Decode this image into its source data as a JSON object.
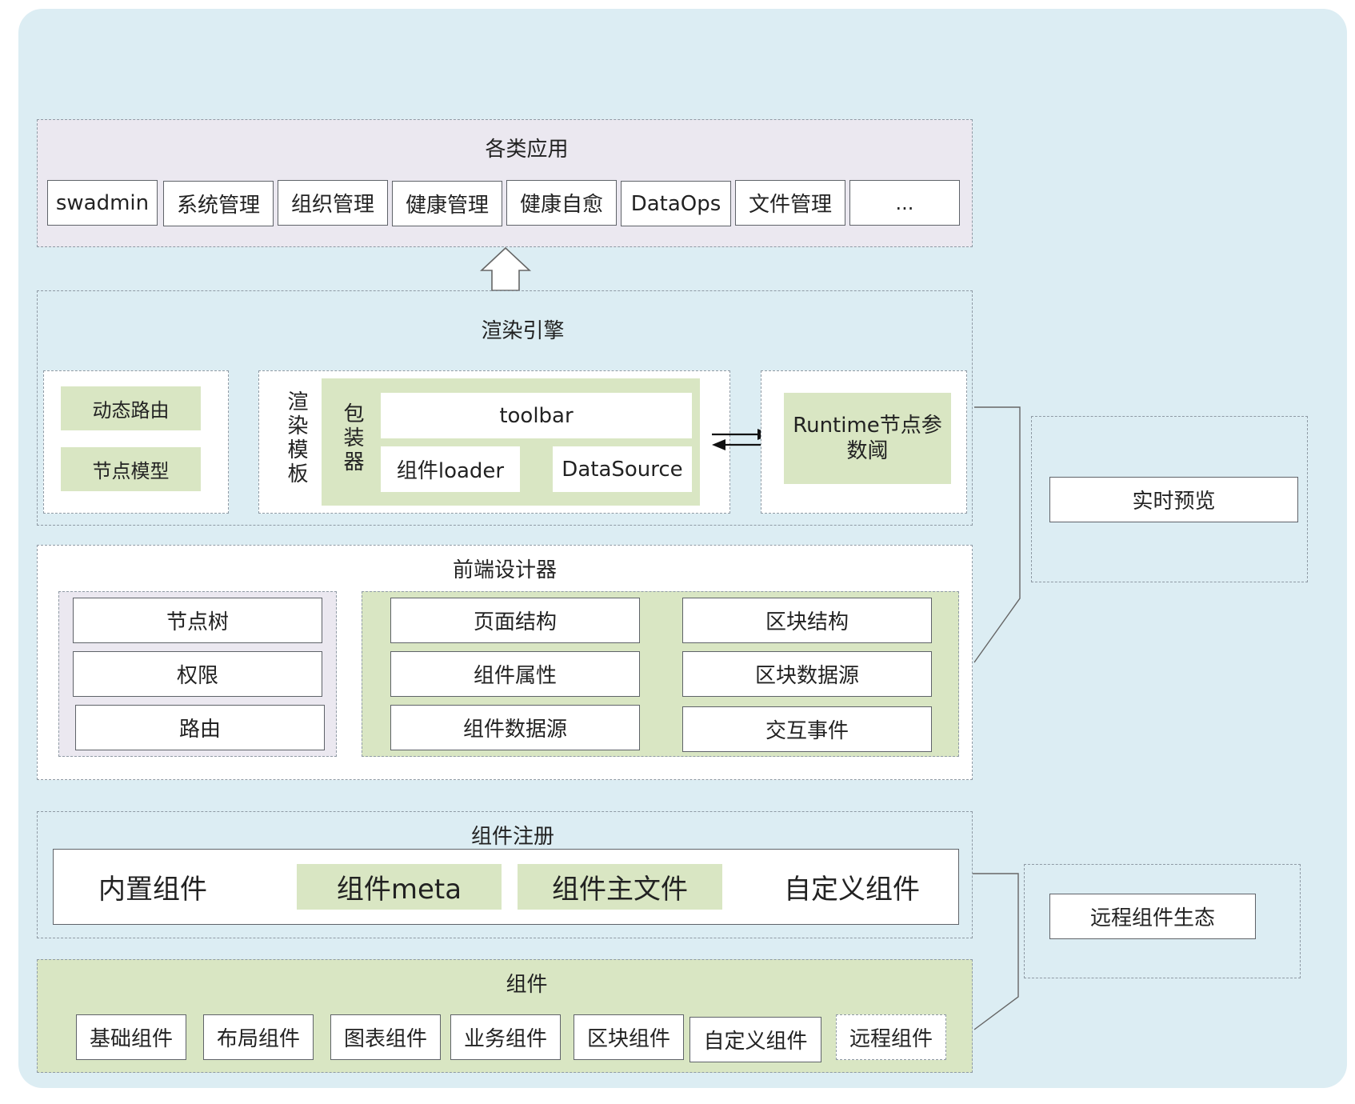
{
  "apps": {
    "title": "各类应用",
    "items": [
      "swadmin",
      "系统管理",
      "组织管理",
      "健康管理",
      "健康自愈",
      "DataOps",
      "文件管理",
      "..."
    ]
  },
  "engine": {
    "title": "渲染引擎",
    "left": [
      "动态路由",
      "节点模型"
    ],
    "template_label": "渲染模板",
    "wrapper_label": "包装器",
    "toolbar": "toolbar",
    "loader": "组件loader",
    "datasource": "DataSource",
    "runtime": "Runtime节点参数阈"
  },
  "preview": "实时预览",
  "designer": {
    "title": "前端设计器",
    "left": [
      "节点树",
      "权限",
      "路由"
    ],
    "col1": [
      "页面结构",
      "组件属性",
      "组件数据源"
    ],
    "col2": [
      "区块结构",
      "区块数据源",
      "交互事件"
    ]
  },
  "registry": {
    "title": "组件注册",
    "items": [
      "内置组件",
      "组件meta",
      "组件主文件",
      "自定义组件"
    ]
  },
  "remote": "远程组件生态",
  "components": {
    "title": "组件",
    "items": [
      "基础组件",
      "布局组件",
      "图表组件",
      "业务组件",
      "区块组件",
      "自定义组件",
      "远程组件"
    ]
  }
}
